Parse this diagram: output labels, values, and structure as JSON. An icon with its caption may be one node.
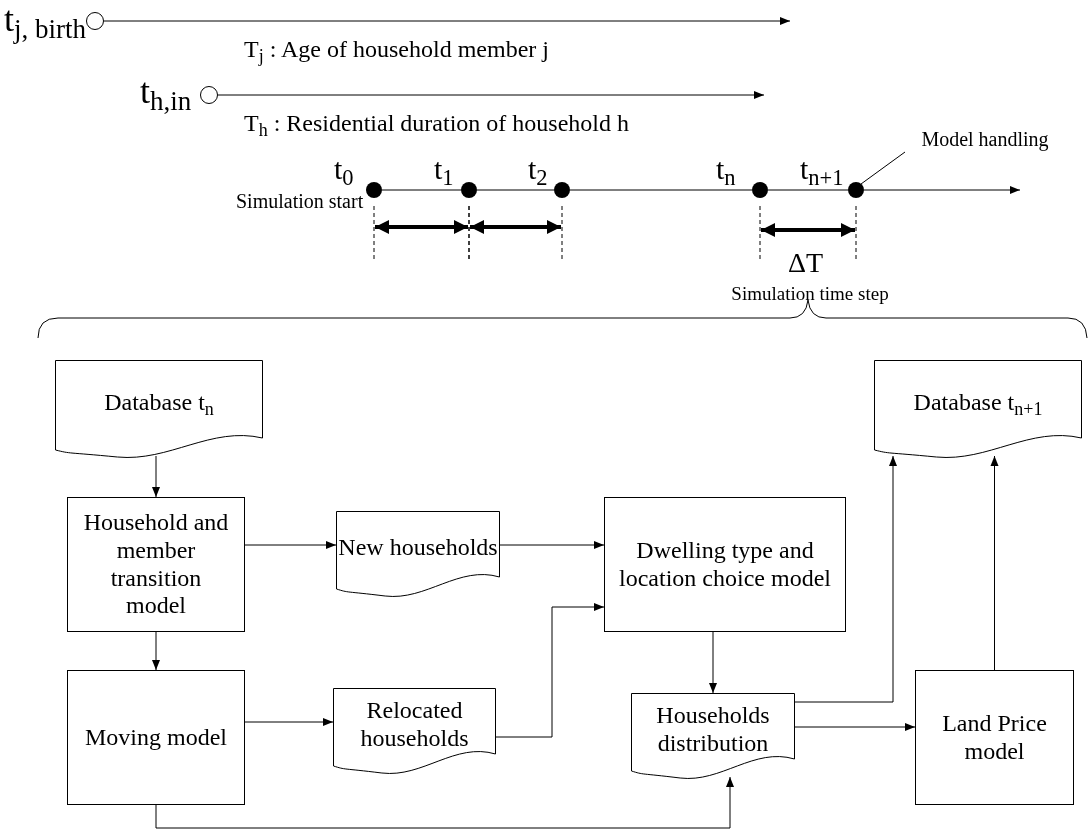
{
  "diagram": {
    "nodes": [
      {
        "text": [],
        "shape": "circle",
        "beside": [
          "t$_{j, birth}$"
        ]
      },
      {
        "text": [],
        "shape": "circle",
        "beside": [
          "t$_{h,in}$"
        ]
      },
      {
        "text": [],
        "shape": "dot",
        "beside": [
          "t$_{0}$",
          "Simulation start"
        ]
      },
      {
        "text": [],
        "shape": "dot",
        "beside": [
          "t$_{1}$"
        ]
      },
      {
        "text": [],
        "shape": "dot",
        "beside": [
          "t$_{2}$"
        ]
      },
      {
        "text": [],
        "shape": "dot",
        "beside": [
          "t$_{n}$"
        ]
      },
      {
        "text": [],
        "shape": "dot",
        "beside": [
          "t$_{n+1}$"
        ]
      },
      {
        "text": [
          "Model handling"
        ]
      },
      {
        "text": [
          "Database t$_{n}$"
        ]
      },
      {
        "text": [
          "Database t$_{n+1}$"
        ]
      },
      {
        "text": [
          "Household and member transition model"
        ]
      },
      {
        "text": [
          "New households"
        ]
      },
      {
        "text": [
          "Dwelling type and location choice model"
        ]
      },
      {
        "text": [
          "Moving model"
        ]
      },
      {
        "text": [
          "Relocated households"
        ]
      },
      {
        "text": [
          "Households distribution"
        ]
      },
      {
        "text": [
          "Land Price model"
        ]
      }
    ],
    "edges": [
      {
        "from": 0,
        "to": null,
        "arrow": "to"
      },
      {
        "from": 1,
        "to": null,
        "arrow": "to"
      },
      {
        "from": 2,
        "to": 3,
        "arrow": "none"
      },
      {
        "from": 3,
        "to": 4,
        "arrow": "none"
      },
      {
        "from": 4,
        "to": 5,
        "arrow": "none"
      },
      {
        "from": 5,
        "to": 6,
        "arrow": "none"
      },
      {
        "from": 6,
        "to": null,
        "arrow": "to"
      },
      {
        "from": 7,
        "to": 6,
        "arrow": "none"
      },
      {
        "from": 8,
        "to": 10,
        "arrow": "to"
      },
      {
        "from": 10,
        "to": 13,
        "arrow": "to"
      },
      {
        "from": 10,
        "to": 11,
        "arrow": "to"
      },
      {
        "from": 11,
        "to": 12,
        "arrow": "to"
      },
      {
        "from": 13,
        "to": 14,
        "arrow": "to"
      },
      {
        "from": 14,
        "to": 12,
        "arrow": "to"
      },
      {
        "from": 12,
        "to": 15,
        "arrow": "to"
      },
      {
        "from": 13,
        "to": 15,
        "arrow": "to"
      },
      {
        "from": 15,
        "to": 16,
        "arrow": "to"
      },
      {
        "from": 15,
        "to": 9,
        "arrow": "to"
      },
      {
        "from": 16,
        "to": 9,
        "arrow": "to"
      }
    ],
    "labels": [
      "T$_{j}$ : Age of household member j",
      "T$_{h}$ : Residential duration of household h",
      "ΔT",
      "Simulation time step"
    ]
  }
}
